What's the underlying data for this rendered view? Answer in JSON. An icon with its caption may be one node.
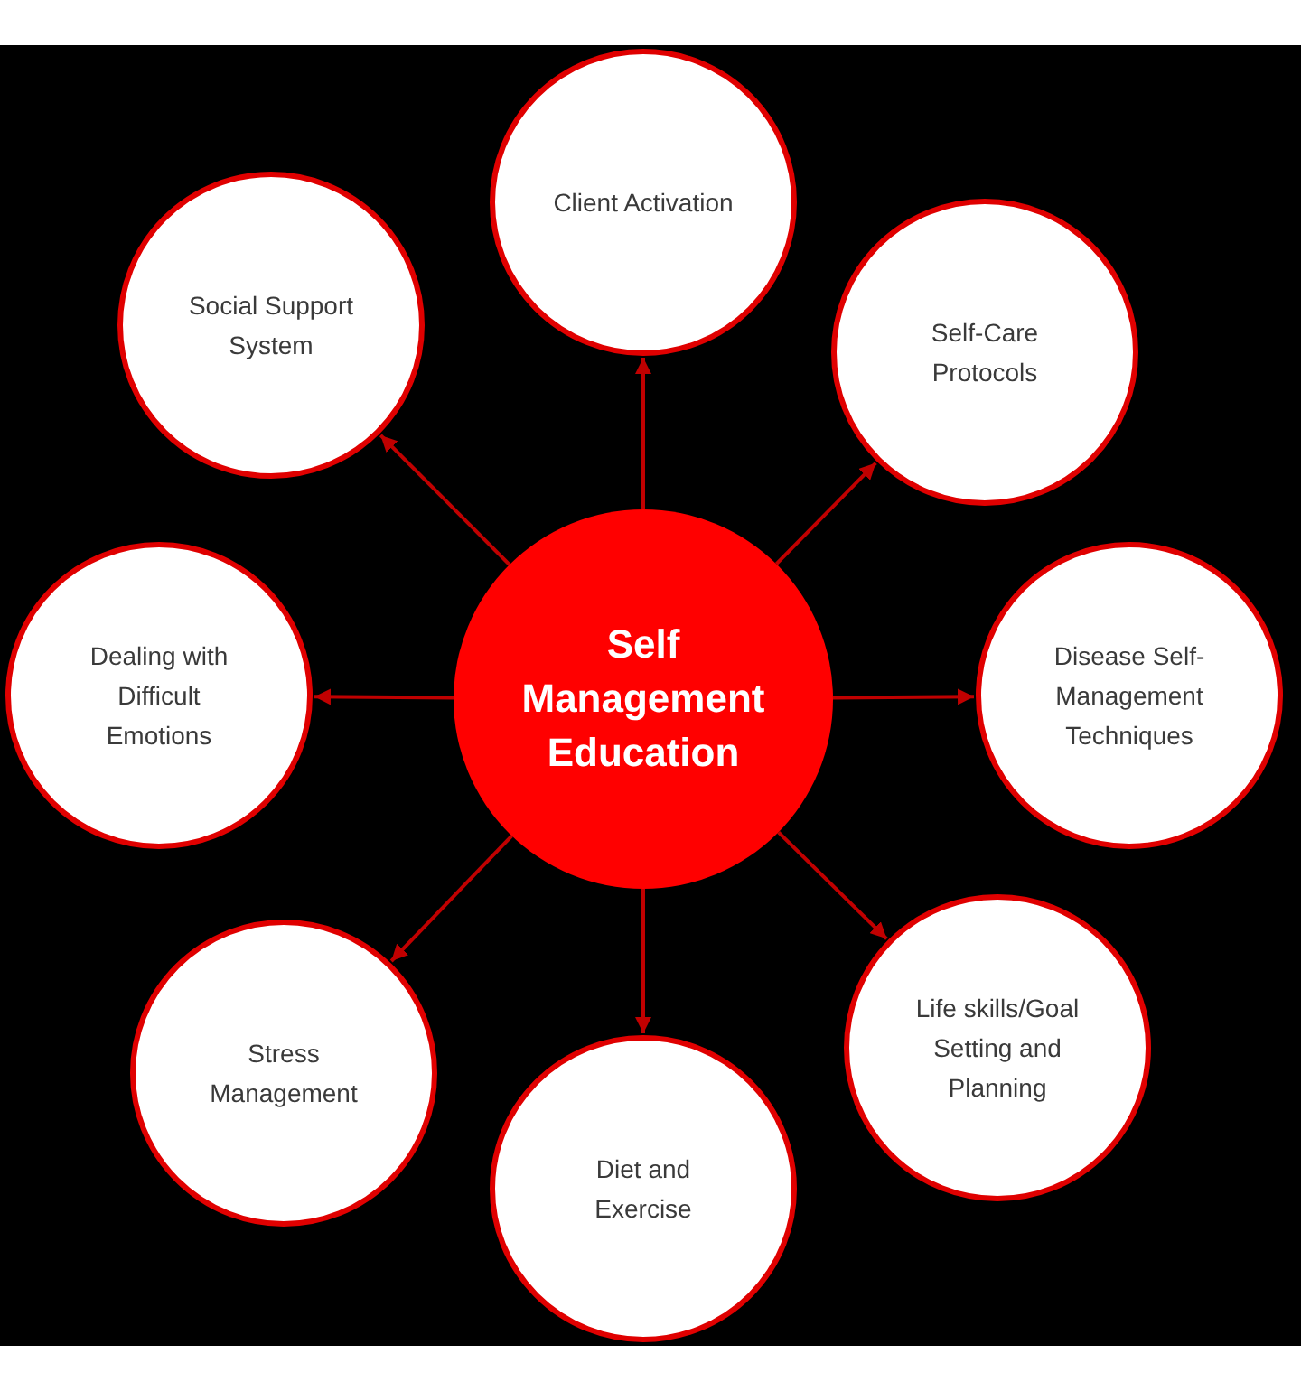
{
  "diagram": {
    "nodes": [
      {
        "text": [
          "Self Management Education"
        ]
      },
      {
        "text": [
          "Client Activation"
        ]
      },
      {
        "text": [
          "Self-Care Protocols"
        ]
      },
      {
        "text": [
          "Disease Self-Management Techniques"
        ]
      },
      {
        "text": [
          "Life skills/Goal Setting and Planning"
        ]
      },
      {
        "text": [
          "Diet and Exercise"
        ]
      },
      {
        "text": [
          "Stress Management"
        ]
      },
      {
        "text": [
          "Dealing with Difficult Emotions"
        ]
      },
      {
        "text": [
          "Social Support System"
        ]
      }
    ],
    "edges": [
      {
        "from": 0,
        "to": 1,
        "arrow": "to"
      },
      {
        "from": 0,
        "to": 2,
        "arrow": "to"
      },
      {
        "from": 0,
        "to": 3,
        "arrow": "to"
      },
      {
        "from": 0,
        "to": 4,
        "arrow": "to"
      },
      {
        "from": 0,
        "to": 5,
        "arrow": "to"
      },
      {
        "from": 0,
        "to": 6,
        "arrow": "to"
      },
      {
        "from": 0,
        "to": 7,
        "arrow": "to"
      },
      {
        "from": 0,
        "to": 8,
        "arrow": "to"
      }
    ]
  }
}
